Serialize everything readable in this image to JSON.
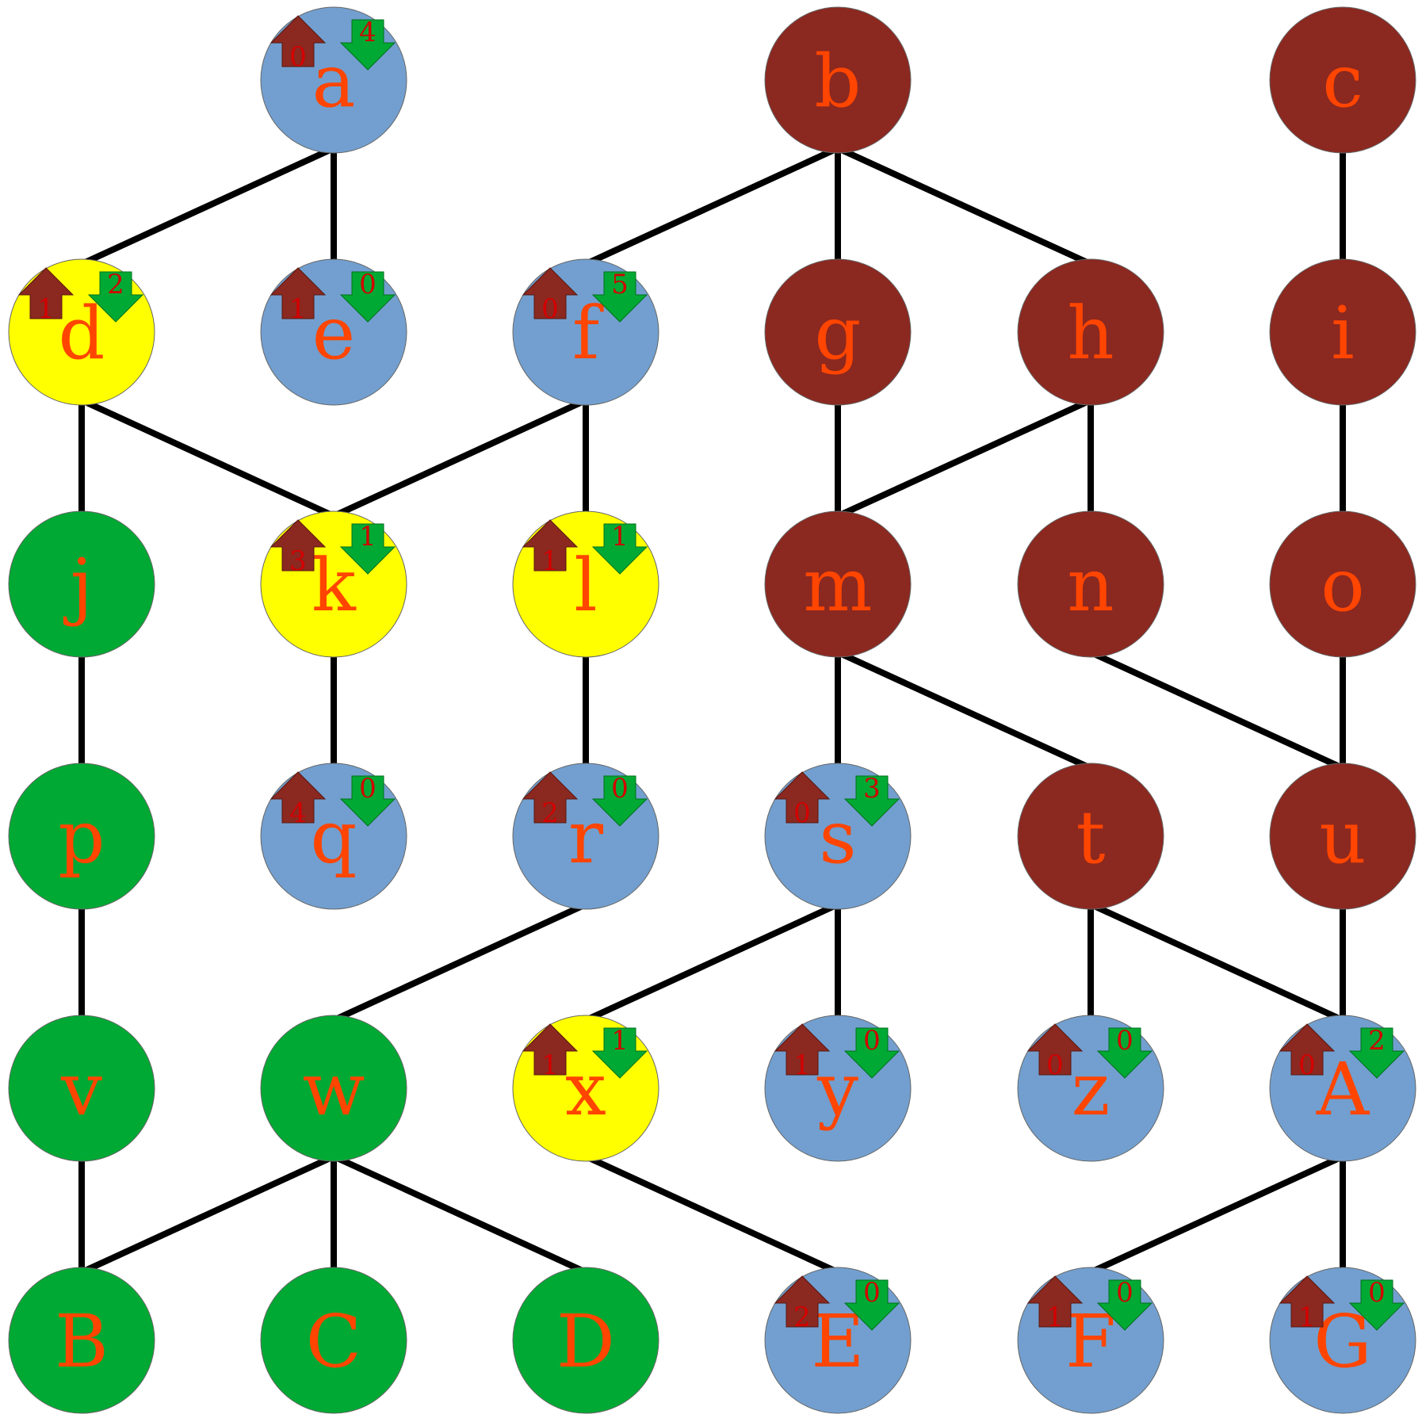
{
  "colors": {
    "blue": "#729fcf",
    "brown": "#8b2820",
    "yellow": "#ffff00",
    "green": "#00a933",
    "up_arrow": "#8b2820",
    "down_arrow": "#00a933",
    "label": "#ff4500",
    "count": "#d40000",
    "edge": "#000000"
  },
  "nodes": [
    {
      "id": "a",
      "label": "a",
      "color": "blue",
      "up": "0",
      "down": "4"
    },
    {
      "id": "b",
      "label": "b",
      "color": "brown"
    },
    {
      "id": "c",
      "label": "c",
      "color": "brown"
    },
    {
      "id": "d",
      "label": "d",
      "color": "yellow",
      "up": "1",
      "down": "2"
    },
    {
      "id": "e",
      "label": "e",
      "color": "blue",
      "up": "1",
      "down": "0"
    },
    {
      "id": "f",
      "label": "f",
      "color": "blue",
      "up": "0",
      "down": "5"
    },
    {
      "id": "g",
      "label": "g",
      "color": "brown"
    },
    {
      "id": "h",
      "label": "h",
      "color": "brown"
    },
    {
      "id": "i",
      "label": "i",
      "color": "brown"
    },
    {
      "id": "j",
      "label": "j",
      "color": "green"
    },
    {
      "id": "k",
      "label": "k",
      "color": "yellow",
      "up": "3",
      "down": "1"
    },
    {
      "id": "l",
      "label": "l",
      "color": "yellow",
      "up": "1",
      "down": "1"
    },
    {
      "id": "m",
      "label": "m",
      "color": "brown"
    },
    {
      "id": "n",
      "label": "n",
      "color": "brown"
    },
    {
      "id": "o",
      "label": "o",
      "color": "brown"
    },
    {
      "id": "p",
      "label": "p",
      "color": "green"
    },
    {
      "id": "q",
      "label": "q",
      "color": "blue",
      "up": "4",
      "down": "0"
    },
    {
      "id": "r",
      "label": "r",
      "color": "blue",
      "up": "2",
      "down": "0"
    },
    {
      "id": "s",
      "label": "s",
      "color": "blue",
      "up": "0",
      "down": "3"
    },
    {
      "id": "t",
      "label": "t",
      "color": "brown"
    },
    {
      "id": "u",
      "label": "u",
      "color": "brown"
    },
    {
      "id": "v",
      "label": "v",
      "color": "green"
    },
    {
      "id": "w",
      "label": "w",
      "color": "green"
    },
    {
      "id": "x",
      "label": "x",
      "color": "yellow",
      "up": "1",
      "down": "1"
    },
    {
      "id": "y",
      "label": "y",
      "color": "blue",
      "up": "1",
      "down": "0"
    },
    {
      "id": "z",
      "label": "z",
      "color": "blue",
      "up": "0",
      "down": "0"
    },
    {
      "id": "A",
      "label": "A",
      "color": "blue",
      "up": "0",
      "down": "2"
    },
    {
      "id": "B",
      "label": "B",
      "color": "green"
    },
    {
      "id": "C",
      "label": "C",
      "color": "green"
    },
    {
      "id": "D",
      "label": "D",
      "color": "green"
    },
    {
      "id": "E",
      "label": "E",
      "color": "blue",
      "up": "2",
      "down": "0"
    },
    {
      "id": "F",
      "label": "F",
      "color": "blue",
      "up": "1",
      "down": "0"
    },
    {
      "id": "G",
      "label": "G",
      "color": "blue",
      "up": "1",
      "down": "0"
    }
  ],
  "edges": [
    [
      "a",
      "d"
    ],
    [
      "a",
      "e"
    ],
    [
      "b",
      "f"
    ],
    [
      "b",
      "g"
    ],
    [
      "b",
      "h"
    ],
    [
      "c",
      "i"
    ],
    [
      "d",
      "j"
    ],
    [
      "d",
      "k"
    ],
    [
      "f",
      "k"
    ],
    [
      "f",
      "l"
    ],
    [
      "g",
      "m"
    ],
    [
      "h",
      "m"
    ],
    [
      "h",
      "n"
    ],
    [
      "i",
      "o"
    ],
    [
      "j",
      "p"
    ],
    [
      "k",
      "q"
    ],
    [
      "l",
      "r"
    ],
    [
      "m",
      "s"
    ],
    [
      "m",
      "t"
    ],
    [
      "n",
      "u"
    ],
    [
      "o",
      "u"
    ],
    [
      "p",
      "v"
    ],
    [
      "r",
      "w"
    ],
    [
      "s",
      "x"
    ],
    [
      "s",
      "y"
    ],
    [
      "t",
      "z"
    ],
    [
      "t",
      "A"
    ],
    [
      "u",
      "A"
    ],
    [
      "v",
      "B"
    ],
    [
      "w",
      "B"
    ],
    [
      "w",
      "C"
    ],
    [
      "w",
      "D"
    ],
    [
      "x",
      "E"
    ],
    [
      "A",
      "F"
    ],
    [
      "A",
      "G"
    ]
  ]
}
